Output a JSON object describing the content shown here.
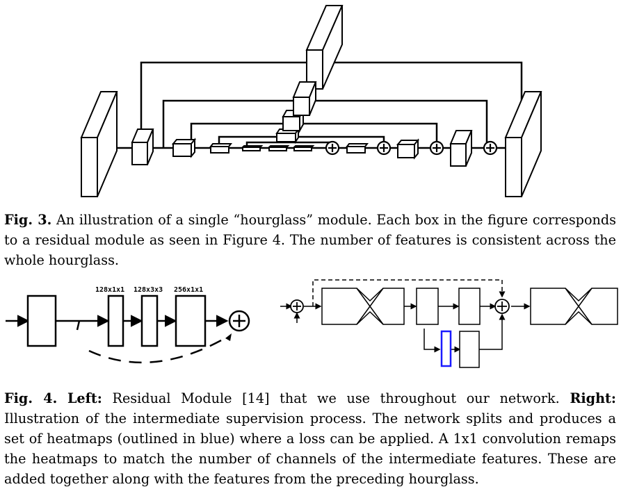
{
  "fig3": {
    "label": "Fig. 3.",
    "text": "An illustration of a single “hourglass” module. Each box in the figure corresponds to a residual module as seen in Figure 4. The number of features is consistent across the whole hourglass."
  },
  "fig4": {
    "label": "Fig. 4.",
    "left_label": "Left:",
    "left_text": "Residual Module [14] that we use throughout our network.",
    "right_label": "Right:",
    "right_text": "Illustration of the intermediate supervision process. The network splits and produces a set of heatmaps (outlined in blue) where a loss can be applied. A 1x1 convolution remaps the heatmaps to match the number of channels of the intermediate features. These are added together along with the features from the preceding hourglass.",
    "residual_labels": [
      "128x1x1",
      "128x3x3",
      "256x1x1"
    ]
  },
  "colors": {
    "heatmap_outline": "#1a1aff",
    "line": "#000000"
  }
}
